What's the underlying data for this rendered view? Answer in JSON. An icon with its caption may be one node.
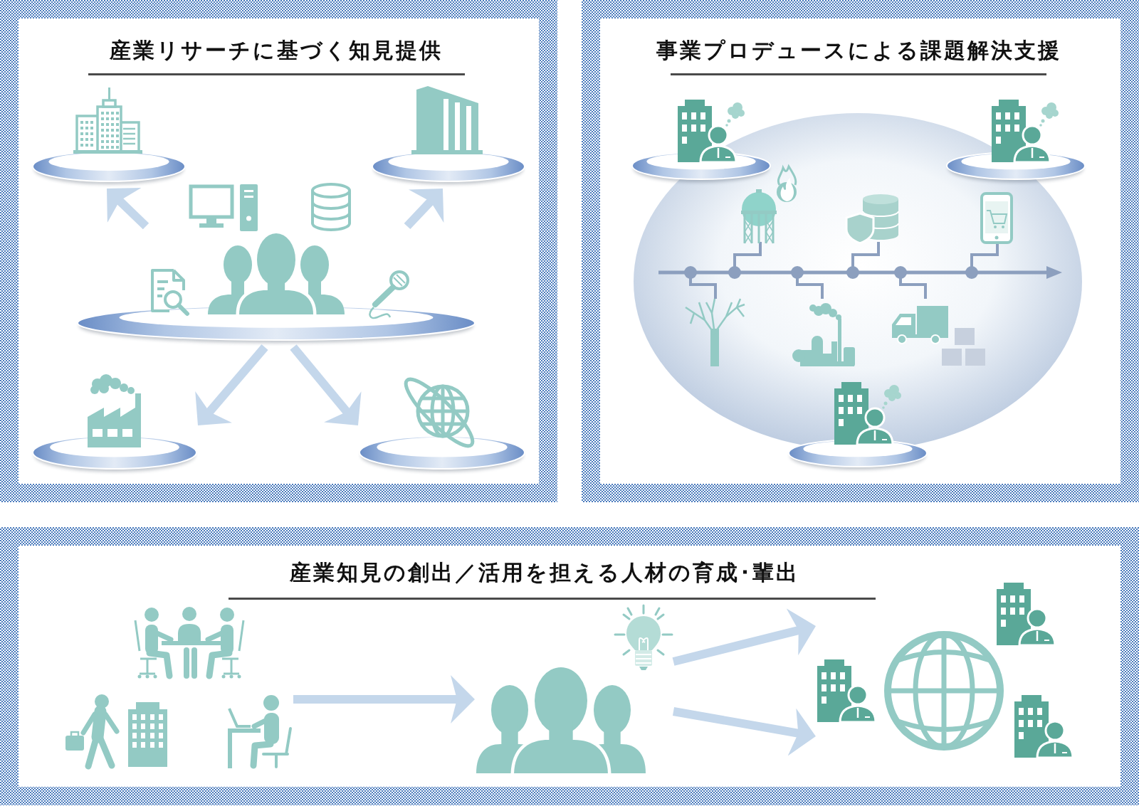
{
  "diagram": {
    "nodes": [
      {
        "text": [
          "産業リサーチに基づく知見提供"
        ]
      },
      {
        "text": [],
        "shape": "picture",
        "in": 0
      },
      {
        "text": [],
        "shape": "picture",
        "in": 0
      },
      {
        "text": [],
        "shape": "picture",
        "in": 0
      },
      {
        "text": [],
        "shape": "picture",
        "in": 0
      },
      {
        "text": [],
        "shape": "picture",
        "in": 0
      },
      {
        "text": [
          "事業プロデュースによる課題解決支援"
        ]
      },
      {
        "text": [
          "産業知見の創出／活用を担える人材の育成･輩出"
        ]
      },
      {
        "text": [],
        "shape": "picture",
        "in": 7
      },
      {
        "text": [],
        "shape": "picture",
        "in": 7
      },
      {
        "text": [],
        "shape": "picture",
        "in": 7
      }
    ],
    "edges": [
      {
        "from": 3,
        "to": 1,
        "arrow": "to"
      },
      {
        "from": 3,
        "to": 2,
        "arrow": "to"
      },
      {
        "from": 3,
        "to": 4,
        "arrow": "to"
      },
      {
        "from": 3,
        "to": 5,
        "arrow": "to"
      },
      {
        "from": 8,
        "to": 9,
        "arrow": "to"
      },
      {
        "from": 9,
        "to": 10,
        "arrow": "to"
      },
      {
        "from": 9,
        "to": 10,
        "arrow": "to"
      }
    ]
  }
}
